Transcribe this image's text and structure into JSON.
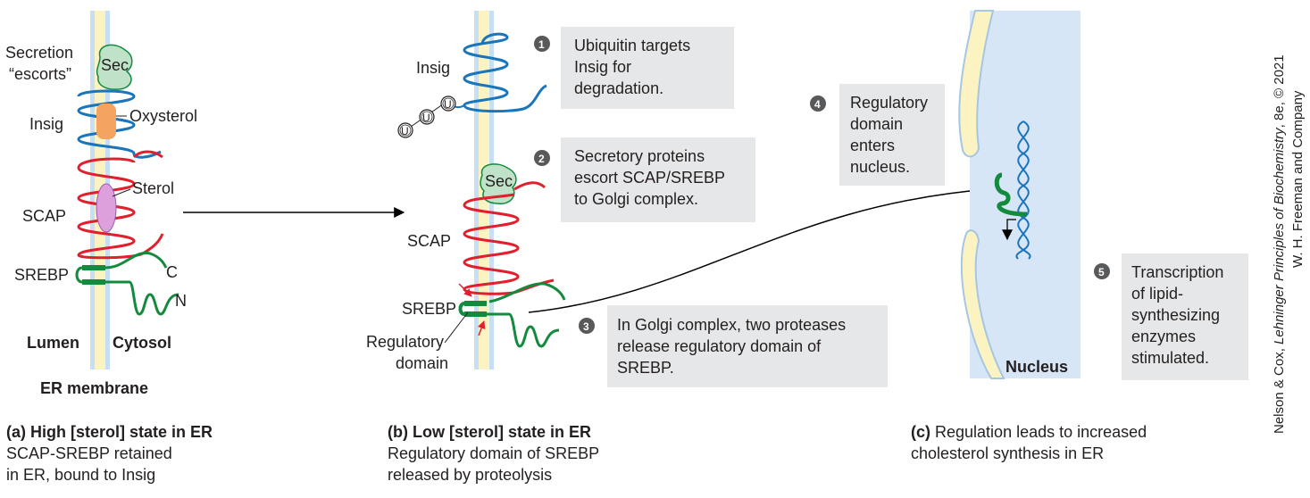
{
  "panel_a": {
    "secretion_label_1": "Secretion",
    "secretion_label_2": "“escorts”",
    "sec": "Sec",
    "insig": "Insig",
    "oxysterol": "Oxysterol",
    "sterol": "Sterol",
    "scap": "SCAP",
    "srebp": "SREBP",
    "c_terminus": "C",
    "n_terminus": "N",
    "lumen": "Lumen",
    "cytosol": "Cytosol",
    "membrane": "ER membrane",
    "caption_letter": "(a)",
    "caption_title": "High [sterol] state in ER",
    "caption_line1": "SCAP-SREBP retained",
    "caption_line2": "in ER, bound to Insig"
  },
  "panel_b": {
    "insig": "Insig",
    "ubiquitin": "U",
    "sec": "Sec",
    "scap": "SCAP",
    "srebp": "SREBP",
    "regulatory_1": "Regulatory",
    "regulatory_2": "domain",
    "caption_letter": "(b)",
    "caption_title": "Low [sterol] state in ER",
    "caption_line1": "Regulatory domain of SREBP",
    "caption_line2": "released by proteolysis"
  },
  "panel_c": {
    "nucleus": "Nucleus",
    "caption_letter": "(c)",
    "caption_line1": "Regulation leads to increased",
    "caption_line2": "cholesterol synthesis in ER"
  },
  "steps": [
    {
      "num": "1",
      "lines": [
        "Ubiquitin targets",
        "Insig for",
        "degradation."
      ]
    },
    {
      "num": "2",
      "lines": [
        "Secretory proteins",
        "escort SCAP/SREBP",
        "to Golgi complex."
      ]
    },
    {
      "num": "3",
      "lines": [
        "In Golgi complex, two proteases",
        "release regulatory domain of",
        "SREBP."
      ]
    },
    {
      "num": "4",
      "lines": [
        "Regulatory",
        "domain",
        "enters",
        "nucleus."
      ]
    },
    {
      "num": "5",
      "lines": [
        "Transcription",
        "of lipid-",
        "synthesizing",
        "enzymes",
        "stimulated."
      ]
    }
  ],
  "credit": {
    "line1_prefix": "Nelson & Cox, ",
    "line1_italic": "Lehninger Principles of Biochemistry",
    "line1_suffix": ", 8e, © 2021",
    "line2": "W. H. Freeman and Company"
  },
  "colors": {
    "insig": "#1b75bb",
    "scap": "#e0202e",
    "srebp": "#138a3e",
    "sec_fill": "#bfe2c8",
    "oxysterol": "#f4a460",
    "sterol": "#dda0dd",
    "membrane_core": "#fbf3c2",
    "membrane_edge": "#c6dff3",
    "nucleus": "#d6e6f7",
    "step_box": "#e6e7e8"
  }
}
